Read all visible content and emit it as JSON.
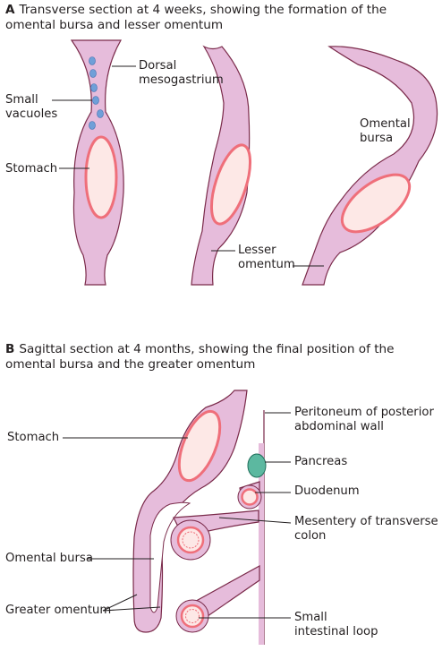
{
  "panel_a": {
    "letter": "A",
    "caption": "Transverse section at 4 weeks, showing the formation of the omental bursa and lesser omentum",
    "labels": {
      "small_vacuoles": [
        "Small",
        "vacuoles"
      ],
      "dorsal_mesogastrium": [
        "Dorsal",
        "mesogastrium"
      ],
      "stomach": "Stomach",
      "omental_bursa": [
        "Omental",
        "bursa"
      ],
      "lesser_omentum": [
        "Lesser",
        "omentum"
      ]
    }
  },
  "panel_b": {
    "letter": "B",
    "caption": "Sagittal section at 4 months, showing the final position of the omental bursa and the greater omentum",
    "labels": {
      "stomach": "Stomach",
      "peritoneum": [
        "Peritoneum of posterior",
        "abdominal wall"
      ],
      "pancreas": "Pancreas",
      "duodenum": "Duodenum",
      "mesentery": [
        "Mesentery of transverse",
        "colon"
      ],
      "omental_bursa": "Omental bursa",
      "greater_omentum": "Greater omentum",
      "small_intestinal_loop": [
        "Small",
        "intestinal loop"
      ]
    }
  },
  "colors": {
    "tissue_fill": "#e6bcdb",
    "tissue_outline": "#7a2a4a",
    "stomach_ring": "#ef6f7a",
    "lumen": "#fde8e6",
    "vacuole": "#6f9fd8",
    "pancreas": "#5cb8a0",
    "leader": "#231f20"
  }
}
